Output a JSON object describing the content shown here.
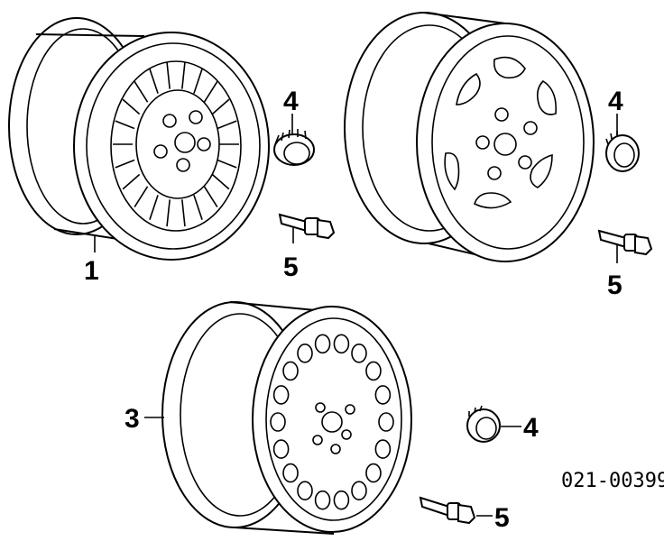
{
  "callouts": {
    "wheel_steel_spoke": "1",
    "cap_top": "4",
    "valve_top": "5",
    "cap_right": "4",
    "valve_right": "5",
    "wheel_alloy_holes": "3",
    "cap_bottom": "4",
    "valve_bottom": "5"
  },
  "diagram_code": "021-00399"
}
